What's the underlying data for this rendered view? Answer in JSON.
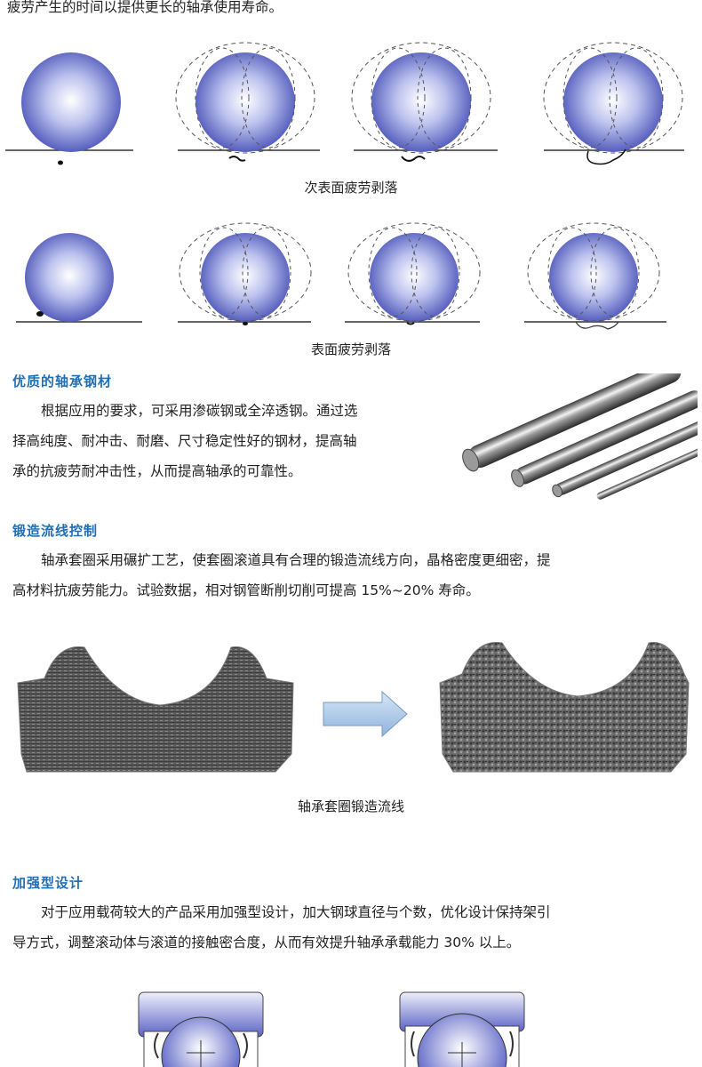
{
  "intro_tail": "疲劳产生的时间以提供更长的轴承使用寿命。",
  "fatigue": {
    "subsurface_caption": "次表面疲劳剥落",
    "surface_caption": "表面疲劳剥落"
  },
  "steel": {
    "heading": "优质的轴承钢材",
    "line1": "根据应用的要求，可采用渗碳钢或全淬透钢。通过选",
    "line2": "择高纯度、耐冲击、耐磨、尺寸稳定性好的钢材，提高轴",
    "line3": "承的抗疲劳耐冲击性，从而提高轴承的可靠性。"
  },
  "forging": {
    "heading": "锻造流线控制",
    "line1": "轴承套圈采用碾扩工艺，使套圈滚道具有合理的锻造流线方向，晶格密度更细密，提",
    "line2": "高材料抗疲劳能力。试验数据，相对钢管断削切削可提高 15%~20% 寿命。",
    "caption": "轴承套圈锻造流线"
  },
  "reinforced": {
    "heading": "加强型设计",
    "line1": "对于应用载荷较大的产品采用加强型设计，加大钢球直径与个数，优化设计保持架引",
    "line2": "导方式，调整滚动体与滚道的接触密合度，从而有效提升轴承承载能力 30% 以上。"
  },
  "colors": {
    "heading": "#1e6fb8",
    "ball_dark": "#4a53b8",
    "ball_light": "#ffffff"
  }
}
